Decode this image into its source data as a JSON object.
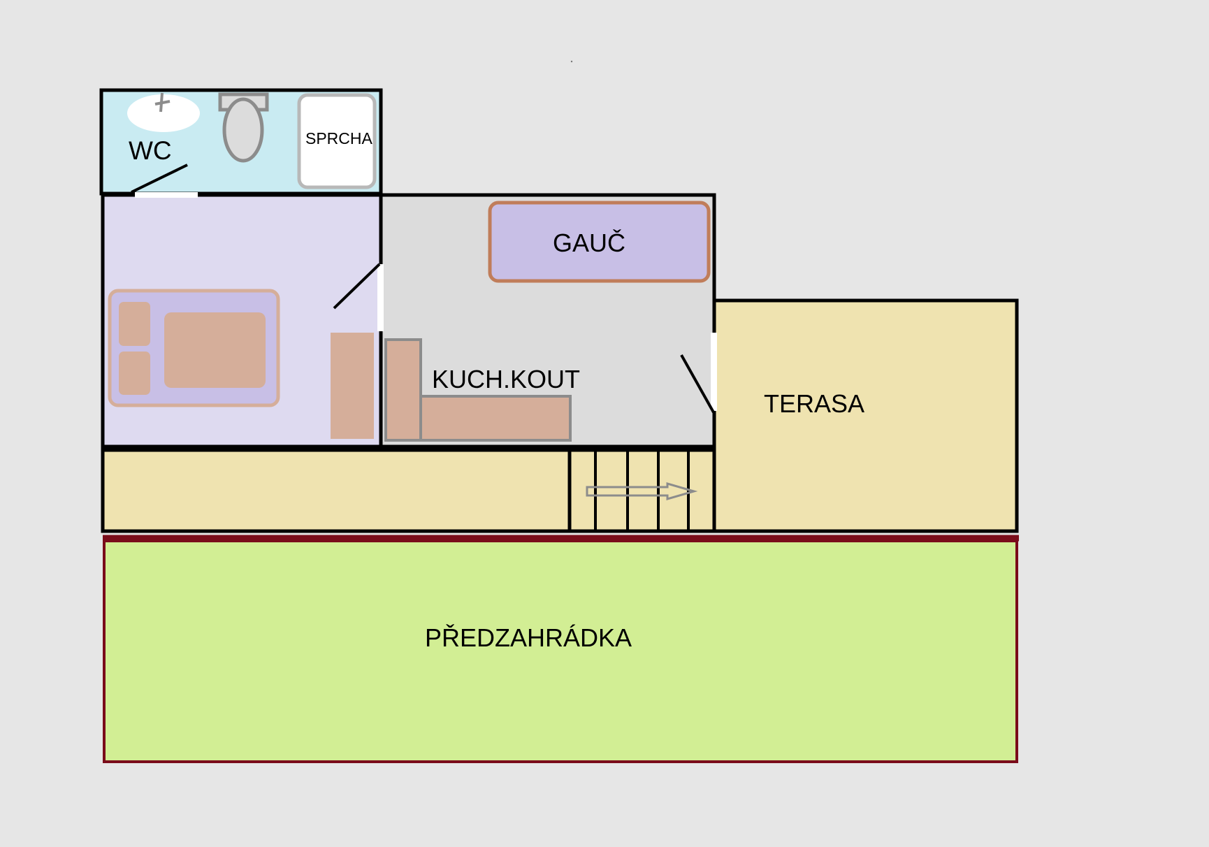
{
  "labels": {
    "wc": "WC",
    "shower": "SPRCHA",
    "couch": "GAUČ",
    "kitchen": "KUCH.KOUT",
    "terrace": "TERASA",
    "front_garden": "PŘEDZAHRÁDKA"
  },
  "colors": {
    "background": "#e6e6e6",
    "bathroom": "#c9ebf2",
    "bedroom": "#dedaf0",
    "living": "#dcdcdc",
    "terrace": "#efe3b0",
    "garden": "#d2ee94",
    "garden_border": "#7a0c1a",
    "furniture": "#d5ae9a",
    "couch_fill": "#c8bfe6",
    "couch_border": "#c07d5a",
    "fixture_gray": "#8c8c8c",
    "wall": "#000000"
  }
}
